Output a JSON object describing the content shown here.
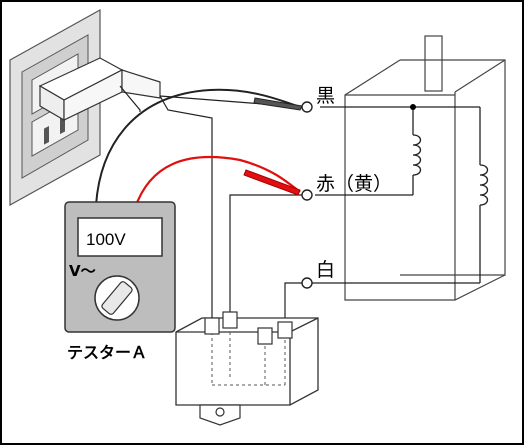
{
  "terminals": {
    "black": "黒",
    "red": "赤（黄）",
    "white": "白"
  },
  "tester": {
    "display": "100V",
    "mode": "V～",
    "name": "テスターＡ"
  },
  "colors": {
    "line": "#222222",
    "probe_red": "#e01010",
    "meter_body": "#bdbdbd",
    "wall_plate": "#d8d8d8",
    "frame": "#000000"
  },
  "icons": [
    "wall-outlet-icon",
    "plug-icon",
    "tester-icon",
    "rotary-dial-icon",
    "motor-coil-icon",
    "capacitor-icon"
  ]
}
